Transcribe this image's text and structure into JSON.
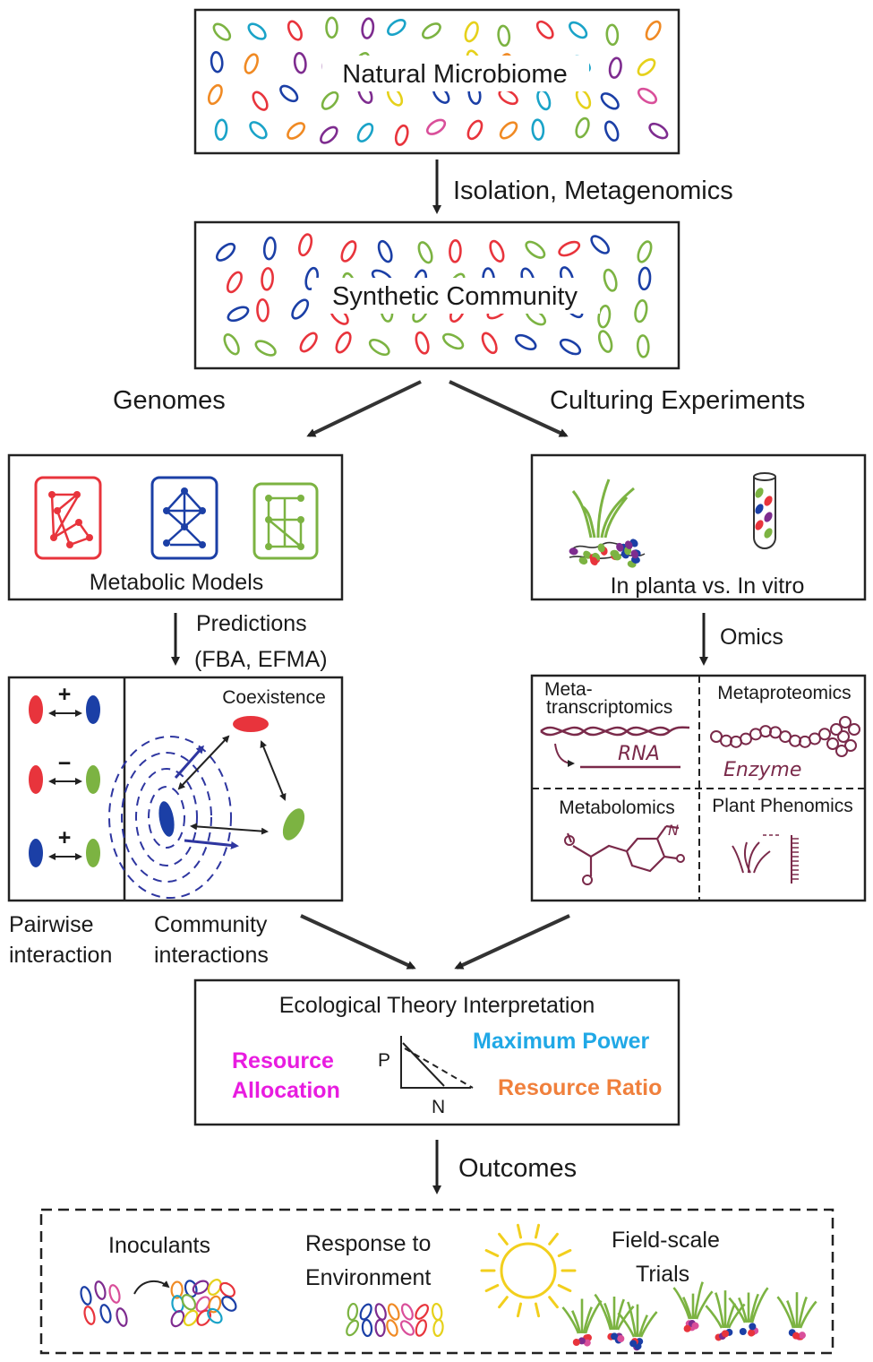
{
  "colors": {
    "red": "#e8343c",
    "blue": "#1b3fa6",
    "green": "#7cb342",
    "yellow": "#e6d11b",
    "orange": "#f08a24",
    "purple": "#7e2c8f",
    "pink": "#d94f9a",
    "cyan": "#1aa3c8",
    "magenta": "#e81ce0",
    "sky": "#20a8e6",
    "ratio_orange": "#f0803c",
    "ink": "#1a1a1a",
    "maroon": "#7a2a4a",
    "arrow_blue": "#2e36a0"
  },
  "nodes": {
    "natural_microbiome": "Natural Microbiome",
    "synthetic_community": "Synthetic Community",
    "metabolic_models": "Metabolic Models",
    "in_planta_vs_in_vitro": "In planta vs. In vitro",
    "ecological_theory": "Ecological Theory Interpretation"
  },
  "edges": {
    "isolation": "Isolation, Metagenomics",
    "genomes": "Genomes",
    "culturing": "Culturing Experiments",
    "predictions_line1": "Predictions",
    "predictions_line2": "(FBA, EFMA)",
    "omics": "Omics",
    "outcomes": "Outcomes"
  },
  "interactions": {
    "plus": "+",
    "minus": "−",
    "coexistence": "Coexistence",
    "pairwise_line1": "Pairwise",
    "pairwise_line2": "interaction",
    "community_line1": "Community",
    "community_line2": "interactions"
  },
  "omics_grid": {
    "metatranscriptomics_line1": "Meta-",
    "metatranscriptomics_line2": "transcriptomics",
    "rna": "RNA",
    "metaproteomics": "Metaproteomics",
    "enzyme": "Enzyme",
    "metabolomics": "Metabolomics",
    "plant_phenomics": "Plant Phenomics"
  },
  "theory": {
    "resource_allocation_line1": "Resource",
    "resource_allocation_line2": "Allocation",
    "maximum_power": "Maximum Power",
    "resource_ratio": "Resource Ratio",
    "axis_p": "P",
    "axis_n": "N"
  },
  "outcomes_panel": {
    "inoculants": "Inoculants",
    "response_line1": "Response to",
    "response_line2": "Environment",
    "field_line1": "Field-scale",
    "field_line2": "Trials"
  }
}
